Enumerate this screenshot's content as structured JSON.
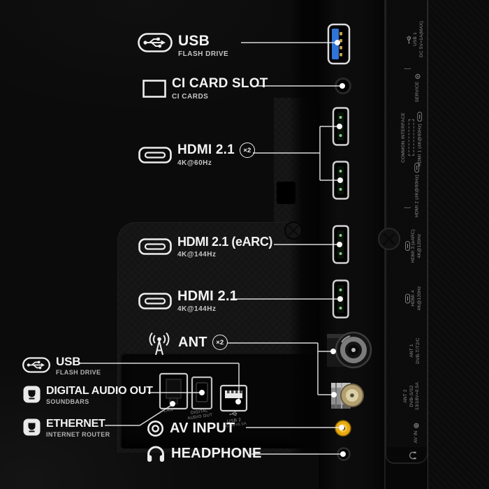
{
  "callouts": {
    "usb_top": {
      "title": "USB",
      "subtitle": "FLASH DRIVE"
    },
    "ci_slot": {
      "title": "CI CARD SLOT",
      "subtitle": "CI CARDS"
    },
    "hdmi_x2": {
      "title": "HDMI 2.1",
      "badge": "×2",
      "subtitle": "4K@60Hz"
    },
    "hdmi_earc": {
      "title": "HDMI 2.1 (eARC)",
      "subtitle": "4K@144Hz"
    },
    "hdmi_single": {
      "title": "HDMI 2.1",
      "subtitle": "4K@144Hz"
    },
    "ant": {
      "title": "ANT",
      "badge": "×2"
    },
    "usb_bottom": {
      "title": "USB",
      "subtitle": "FLASH DRIVE"
    },
    "digital_audio": {
      "title": "DIGITAL AUDIO OUT",
      "subtitle": "SOUNDBARS"
    },
    "ethernet": {
      "title": "ETHERNET",
      "subtitle": "INTERNET ROUTER"
    },
    "av_input": {
      "title": "AV INPUT"
    },
    "headphone": {
      "title": "HEADPHONE"
    }
  },
  "bay_labels": {
    "lan": "LAN",
    "digital_audio_line1": "DIGITAL",
    "digital_audio_line2": "AUDIO OUT",
    "usb2": "USB 2",
    "usb2_power": "DC 5V=0.5A"
  },
  "panel_labels": {
    "usb1_line1": "USB 1",
    "usb1_line2": "DC 5V=1A(MAX)",
    "bracket": "[",
    "service": "SERVICE",
    "common_interface": "COMMON INTERFACE",
    "hdmi1": "HDMI 1 (4K@60Hz)",
    "hdmi2": "HDMI 2 (4K@60Hz)",
    "hdmi3_line1": "HDMI 3 (eARC)",
    "hdmi3_line2": "4K@120Hz",
    "hdmi4_line1": "HDMI 4",
    "hdmi4_line2": "4K@120Hz",
    "ant1_line1": "ANT 1",
    "ant1_line2": "DVB-T/T2/C",
    "ant2_line1": "ANT 2",
    "ant2_line2": "DVB-S/S2",
    "ant2_line3": "13/18V=0.5A",
    "av_in": "AV IN"
  },
  "colors": {
    "usb_port_blue": "#2f74d8",
    "rca_yellow": "#f0b512",
    "leader_line": "#efefef",
    "label_text": "#f3f3f3",
    "panel_text": "#8f8f8f"
  }
}
